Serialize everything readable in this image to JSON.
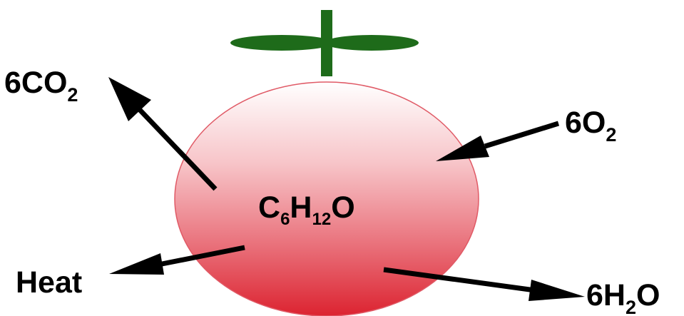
{
  "labels": {
    "co2_coef": "6",
    "co2_elem": "CO",
    "co2_sub": "2",
    "o2_coef": "6",
    "o2_elem": "O",
    "o2_sub": "2",
    "heat": "Heat",
    "h2o_coef": "6",
    "h2o_h": "H",
    "h2o_sub": "2",
    "h2o_o": "O",
    "glucose_c": "C",
    "glucose_c_sub": "6",
    "glucose_h": "H",
    "glucose_h_sub": "12",
    "glucose_o": "O"
  },
  "colors": {
    "fruit_top": "#ffffff",
    "fruit_bottom": "#dc2330",
    "fruit_outline": "#e05a66",
    "stem": "#1e6b1a",
    "arrow": "#000000",
    "text": "#000000"
  },
  "icons": {
    "fruit": "tomato-fruit-icon",
    "stem": "stem-leaves-icon"
  }
}
